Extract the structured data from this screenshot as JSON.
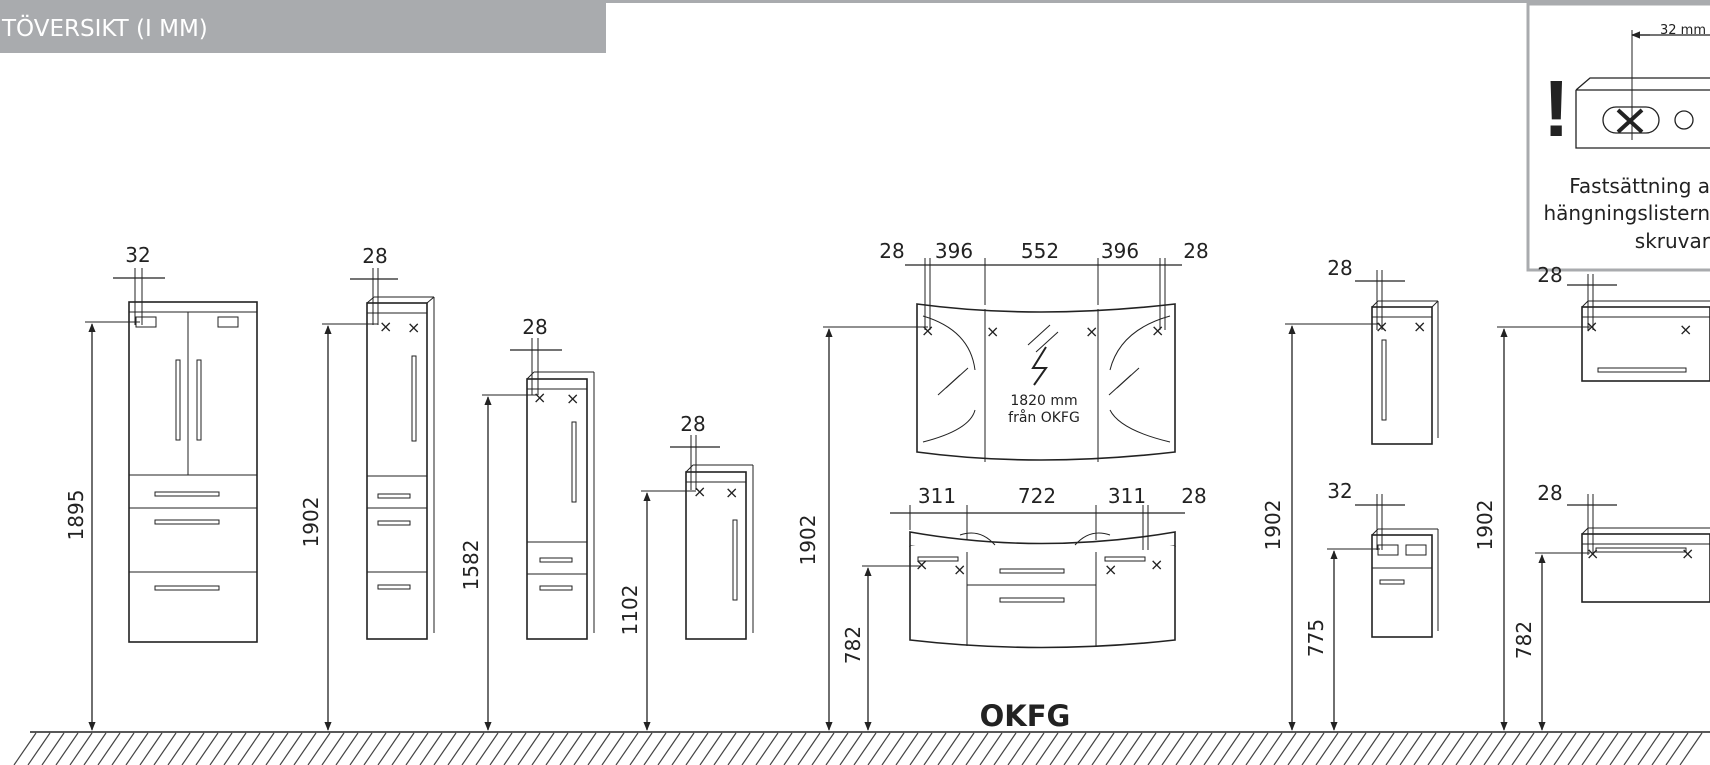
{
  "header": {
    "title": "TÖVERSIKT (I MM)"
  },
  "note": {
    "top_label": "32 mm",
    "exclamation": "!",
    "text_lines": [
      "Fastsättning a",
      "hängningslistern",
      "skruvar"
    ]
  },
  "mirror": {
    "label_line1": "1820 mm",
    "label_line2": "från OKFG"
  },
  "floor_label": "OKFG",
  "dimensions": {
    "tall1_width": "32",
    "tall1_height": "1895",
    "tall2_width": "28",
    "tall2_height": "1902",
    "mid1_width": "28",
    "mid1_height": "1582",
    "short1_width": "28",
    "short1_height": "1102",
    "mirror_left": "28",
    "mirror_s1": "396",
    "mirror_mid": "552",
    "mirror_s2": "396",
    "mirror_right": "28",
    "mirror_height": "1902",
    "vanity_s1": "311",
    "vanity_mid": "722",
    "vanity_s2": "311",
    "vanity_right": "28",
    "vanity_height": "782",
    "wall1_width": "28",
    "wall1_height": "1902",
    "base1_width": "32",
    "base1_height": "775",
    "wall2_width": "28",
    "wall2_height": "1902",
    "base2_width": "28",
    "base2_height": "782"
  }
}
